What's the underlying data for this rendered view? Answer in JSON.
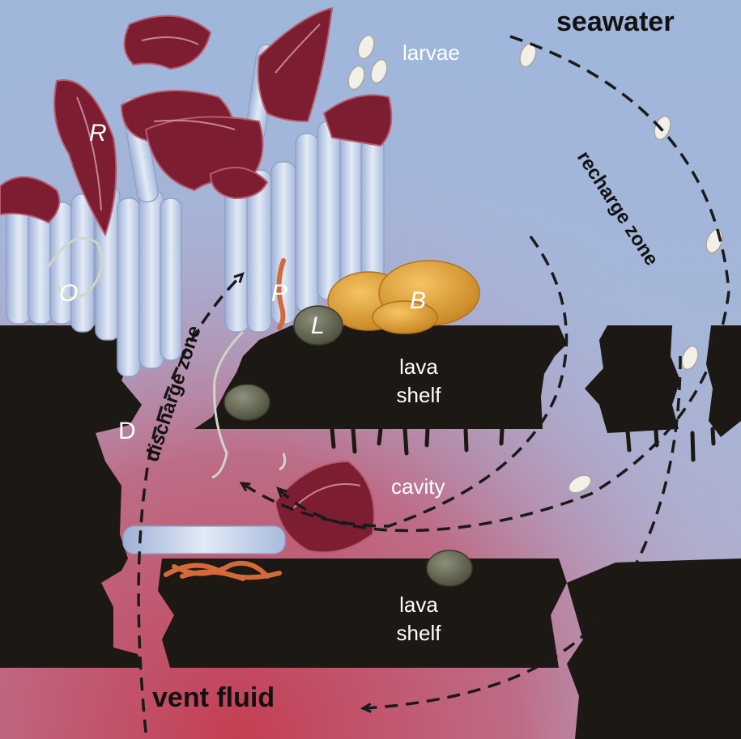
{
  "labels": {
    "seawater": "seawater",
    "larvae": "larvae",
    "recharge_zone": "recharge zone",
    "discharge_zone": "discharge zone",
    "lava_shelf_upper": "lava\nshelf",
    "lava_shelf_lower": "lava\nshelf",
    "cavity": "cavity",
    "vent_fluid": "vent fluid",
    "R": "R",
    "O": "O",
    "P": "P",
    "L": "L",
    "B": "B",
    "D": "D"
  },
  "colors": {
    "seawater": "#9db4d8",
    "vent_fluid": "#b84a5e",
    "lava": "#1c1813",
    "tube": "#c7d4ea",
    "plume": "#7d1d32",
    "mussel": "#e2a23a",
    "limpet": "#6b6e58",
    "worm": "#d46a3a",
    "flow_arrow": "#1a1a1a"
  }
}
